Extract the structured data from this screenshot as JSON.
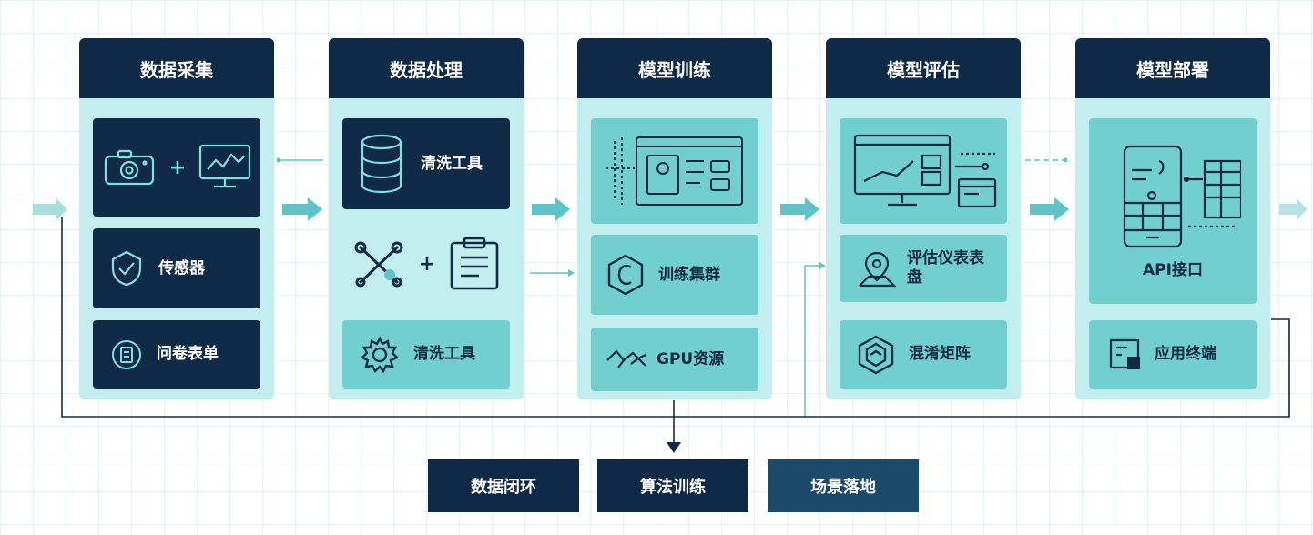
{
  "stages": [
    {
      "title": "数据采集",
      "cards": [
        "",
        "传感器",
        "问卷表单"
      ]
    },
    {
      "title": "数据处理",
      "cards": [
        "清洗工具",
        "",
        "清洗工具"
      ]
    },
    {
      "title": "模型训练",
      "cards": [
        "",
        "训练集群",
        "GPU资源"
      ]
    },
    {
      "title": "模型评估",
      "cards": [
        "",
        "评估仪表表盘",
        "混淆矩阵"
      ]
    },
    {
      "title": "模型部署",
      "cards": [
        "API接口",
        "应用终端"
      ]
    }
  ],
  "bottom": [
    "数据闭环",
    "算法训练",
    "场景落地"
  ],
  "icons": {
    "camera": "camera-icon",
    "monitor": "monitor-chart-icon",
    "shield": "shield-check-icon",
    "form": "form-icon",
    "database": "database-icon",
    "tools": "tools-icon",
    "clipboard": "clipboard-icon",
    "gear": "gear-icon",
    "browser": "browser-window-icon",
    "cluster": "cluster-icon",
    "gpu": "gpu-icon",
    "dashboard": "dashboard-monitor-icon",
    "location": "location-pin-icon",
    "hexagon": "hexagon-icon",
    "mobile": "mobile-app-icon",
    "terminal": "terminal-icon"
  },
  "colors": {
    "navy": "#0f2a46",
    "column_bg": "#c3eef0",
    "teal_card": "#72cfcf",
    "arrow": "#5ec4c8",
    "bottom_dark": "#0f2a46",
    "bottom_mid": "#1c4a6a"
  }
}
